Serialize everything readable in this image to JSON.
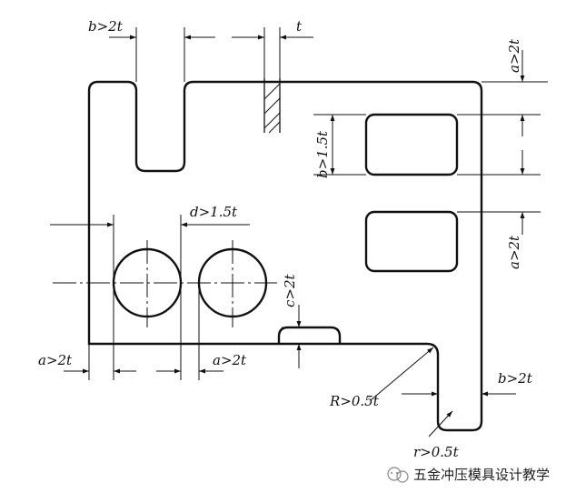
{
  "labels": {
    "slot_width": "b>2t",
    "thickness": "t",
    "edge_top": "a>2t",
    "slot_height": "b>1.5t",
    "edge_mid": "a>2t",
    "hole_pitch": "d>1.5t",
    "tab_clearance": "c>2t",
    "hole_left_edge": "a>2t",
    "hole_spacing": "a>2t",
    "fillet_outer": "R>0.5t",
    "leg_width": "b>2t",
    "fillet_inner": "r>0.5t"
  },
  "watermark": "五金冲压模具设计教学"
}
